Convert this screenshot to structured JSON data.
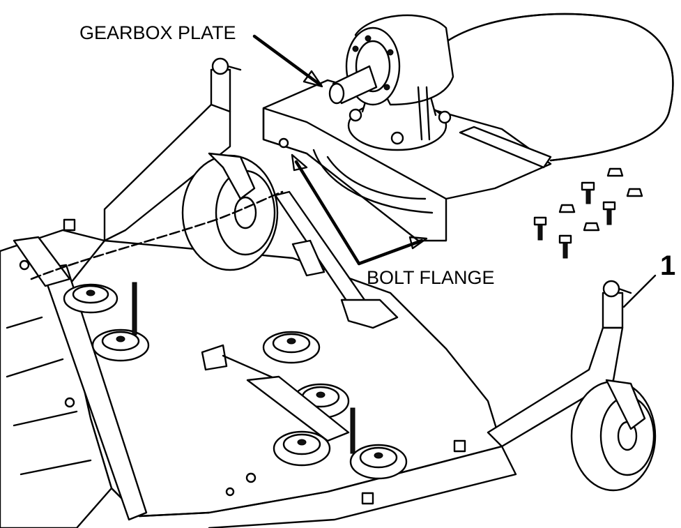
{
  "callouts": {
    "gearbox_plate": "GEARBOX PLATE",
    "bolt_flange": "BOLT FLANGE",
    "item_number": "1"
  },
  "colors": {
    "ink": "#000000",
    "paper": "#ffffff"
  }
}
